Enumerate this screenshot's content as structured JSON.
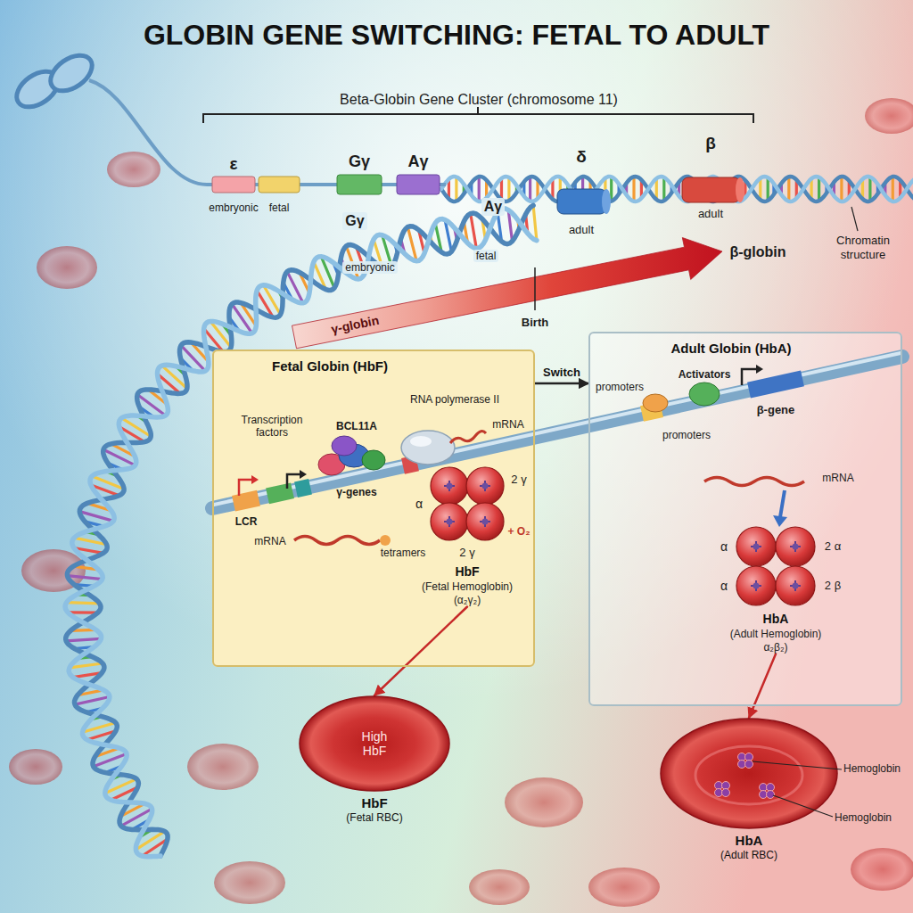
{
  "diagram": {
    "title": "GLOBIN GENE SWITCHING: FETAL TO ADULT",
    "nodes": [
      {
        "text": [
          "Fetal Globin (HbF)"
        ]
      },
      {
        "text": [
          "HbF",
          "(Fetal Hemoglobin)",
          "(α₂γ₂)"
        ],
        "in": 0
      },
      {
        "text": [
          "Adult Globin (HbA)"
        ]
      },
      {
        "text": [
          "HbA",
          "(Adult Hemoglobin)",
          "α₂β₂)"
        ],
        "in": 2
      },
      {
        "text": [
          "High HbF",
          "HbF",
          "(Fetal RBC)"
        ]
      },
      {
        "text": [
          "HbA",
          "(Adult RBC)"
        ]
      }
    ],
    "edges": [
      {
        "from": 0,
        "to": 2,
        "label": "Switch",
        "arrow": "to"
      },
      {
        "from": 1,
        "to": 4,
        "arrow": "to"
      },
      {
        "from": 3,
        "to": 5,
        "arrow": "to"
      }
    ],
    "labels": [
      "Beta-Globin Gene Cluster (chromosome 11)",
      "ε",
      "Gγ",
      "Aγ",
      "embryonic",
      "fetal",
      "δ",
      "β",
      "adult",
      "adult",
      "Chromatin structure",
      "Aγ",
      "Gγ",
      "embryonic",
      "fetal",
      "γ-globin",
      "β-globin",
      "Birth",
      "Transcription factors",
      "BCL11A",
      "RNA polymerase II",
      "LCR",
      "γ-genes",
      "mRNA",
      "mRNA",
      "α",
      "2 γ",
      "+ O₂",
      "tetramers",
      "2 γ",
      "promoters",
      "Activators",
      "promoters",
      "β-gene",
      "mRNA",
      "α",
      "2 α",
      "α",
      "2 β",
      "Hemoglobin",
      "Hemoglobin"
    ]
  }
}
